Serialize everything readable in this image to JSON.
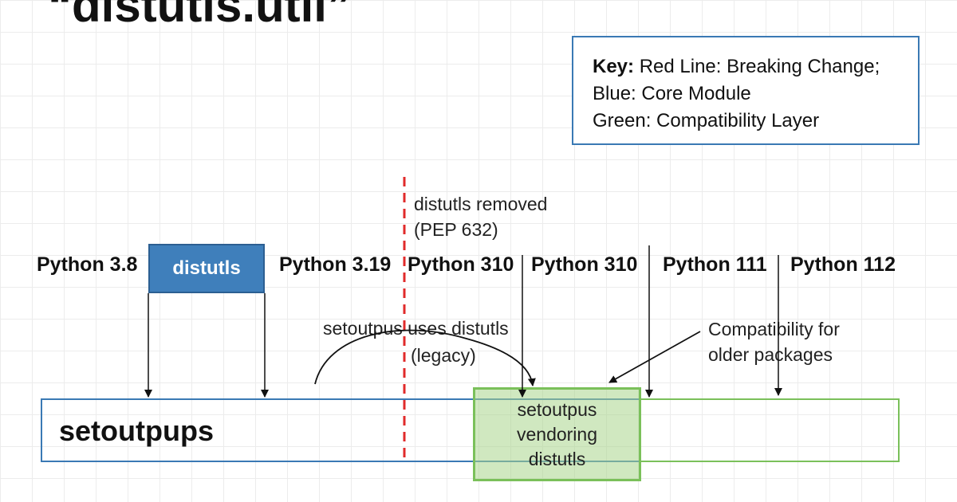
{
  "title": "“distutls.util”",
  "legend": {
    "key_label": "Key:",
    "line1": "Red Line: Breaking Change;",
    "line2": "Blue: Core Module",
    "line3": "Green: Compatibility Layer"
  },
  "versions": [
    "Python 3.8",
    "Python 3.19",
    "Python 310",
    "Python 310",
    "Python 111",
    "Python 112"
  ],
  "core_module_label": "distutls",
  "removed_note": {
    "line1": "distutls removed",
    "line2": "(PEP 632)"
  },
  "legacy_note": {
    "line1": "setoutpus uses distutls",
    "line2": "(legacy)"
  },
  "compat_note": {
    "line1": "Compatibility for",
    "line2": "older packages"
  },
  "bar_label": "setoutpups",
  "vendoring_box": {
    "line1": "setoutpus",
    "line2": "vendoring",
    "line3": "distutls"
  },
  "colors": {
    "breaking_change": "#e02a2a",
    "core_module": "#3f7fbb",
    "compatibility_layer": "#7ac05a"
  }
}
